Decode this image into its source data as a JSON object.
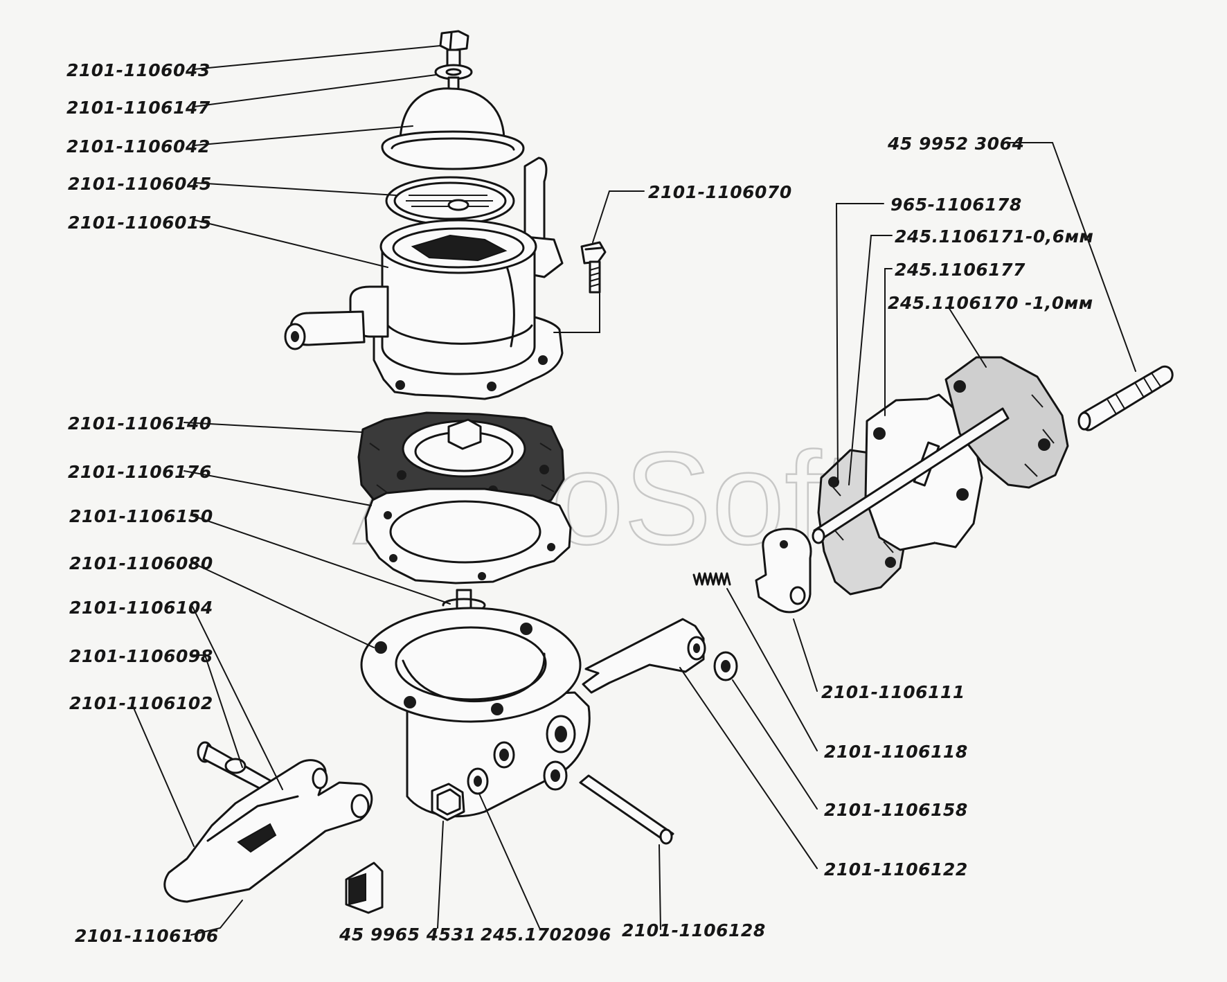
{
  "watermark": "AutoSoft",
  "labels": {
    "p2101_1106043": "2101-1106043",
    "p2101_1106147": "2101-1106147",
    "p2101_1106042": "2101-1106042",
    "p2101_1106045": "2101-1106045",
    "p2101_1106015": "2101-1106015",
    "p2101_1106070": "2101-1106070",
    "p2101_1106140": "2101-1106140",
    "p2101_1106176": "2101-1106176",
    "p2101_1106150": "2101-1106150",
    "p2101_1106080": "2101-1106080",
    "p2101_1106104": "2101-1106104",
    "p2101_1106098": "2101-1106098",
    "p2101_1106102": "2101-1106102",
    "p2101_1106106": "2101-1106106",
    "p45_9965_4531": "45 9965 4531",
    "p245_1702096": "245.1702096",
    "p2101_1106128": "2101-1106128",
    "p2101_1106122": "2101-1106122",
    "p2101_1106158": "2101-1106158",
    "p2101_1106118": "2101-1106118",
    "p2101_1106111": "2101-1106111",
    "p45_9952_3064": "45 9952 3064",
    "p965_1106178": "965-1106178",
    "p245_1106171": "245.1106171-0,6мм",
    "p245_1106177": "245.1106177",
    "p245_1106170": "245.1106170 -1,0мм"
  }
}
